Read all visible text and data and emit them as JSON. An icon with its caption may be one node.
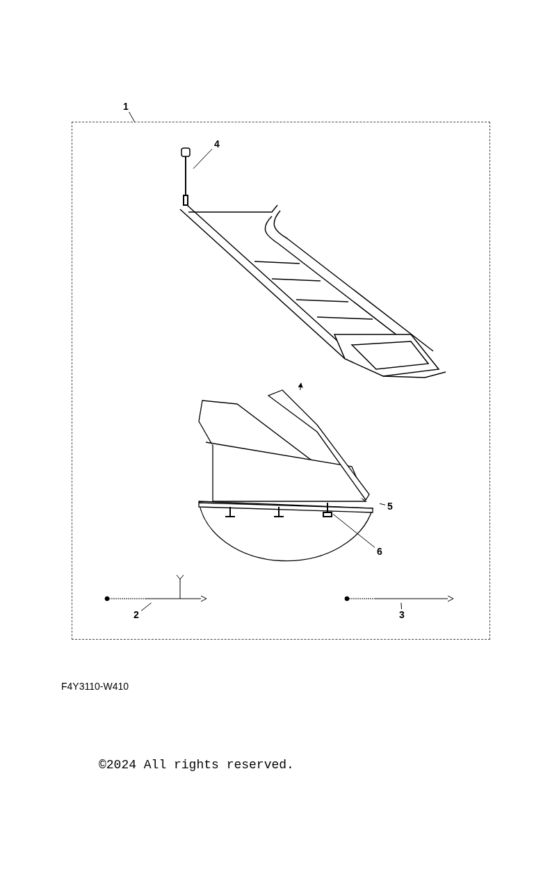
{
  "diagram": {
    "nodes": [
      {
        "text": [
          "1"
        ]
      },
      {
        "text": [],
        "shape": "box"
      },
      {
        "text": [
          "4"
        ],
        "in": 1
      },
      {
        "text": [],
        "shape": "picture",
        "in": 1
      },
      {
        "text": [],
        "shape": "picture",
        "in": 1
      },
      {
        "text": [],
        "shape": "picture",
        "in": 1
      },
      {
        "text": [
          "5"
        ],
        "in": 1
      },
      {
        "text": [],
        "shape": "picture",
        "in": 1
      },
      {
        "text": [
          "6"
        ],
        "in": 1
      },
      {
        "text": [],
        "shape": "picture",
        "in": 1
      },
      {
        "text": [
          "2"
        ],
        "in": 1
      },
      {
        "text": [],
        "shape": "picture",
        "in": 1
      },
      {
        "text": [
          "3"
        ],
        "in": 1
      }
    ],
    "edges": [
      {
        "from": 0,
        "to": 1,
        "arrow": "none"
      },
      {
        "from": 2,
        "to": 3,
        "arrow": "none"
      },
      {
        "from": 5,
        "to": 4,
        "arrow": "to"
      },
      {
        "from": 6,
        "to": 5,
        "arrow": "none"
      },
      {
        "from": 8,
        "to": 7,
        "arrow": "none"
      },
      {
        "from": 10,
        "to": 9,
        "arrow": "none"
      },
      {
        "from": 12,
        "to": 11,
        "arrow": "none"
      }
    ],
    "labels": [
      "F4Y3110-W410",
      "©2024 All rights reserved."
    ]
  }
}
